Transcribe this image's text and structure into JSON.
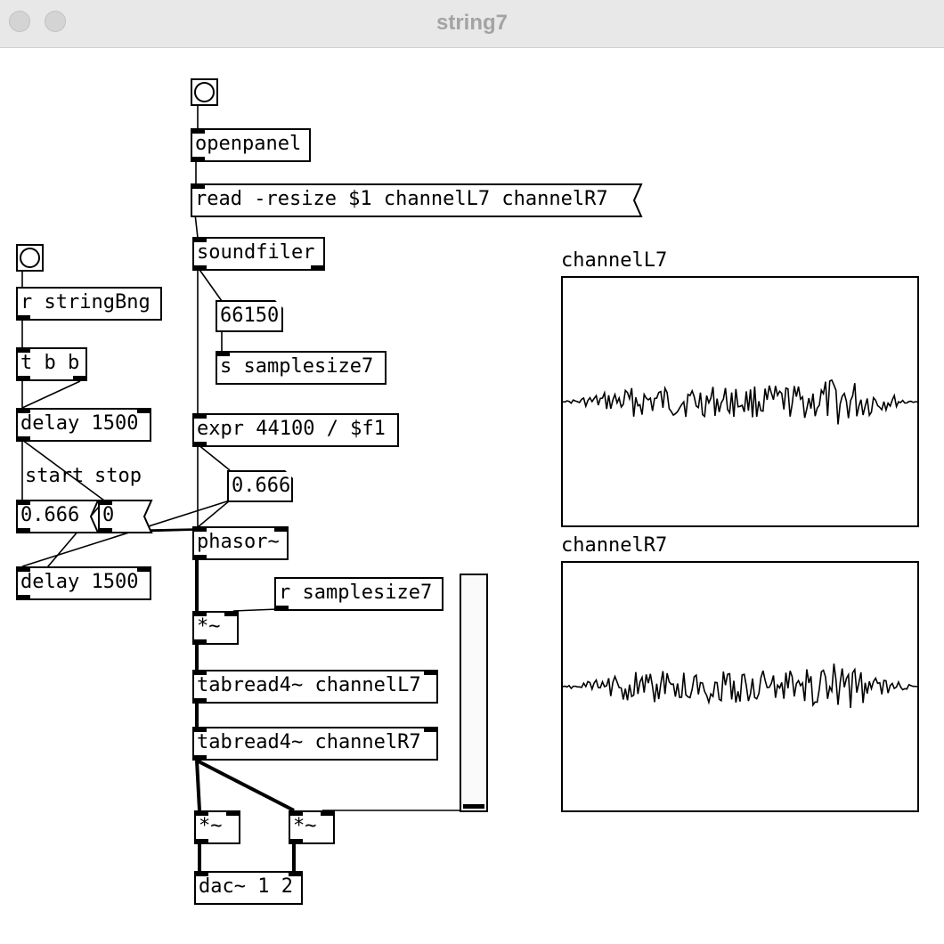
{
  "window": {
    "title": "string7"
  },
  "objects": {
    "openpanel": "openpanel",
    "read_msg": "read -resize $1 channelL7 channelR7",
    "soundfiler": "soundfiler",
    "samples_num": "66150",
    "s_samplesize": "s samplesize7",
    "expr": "expr 44100 / $f1",
    "freq_num": "0.666",
    "phasor": "phasor~",
    "r_samplesize": "r samplesize7",
    "mult1": "*~",
    "tabread_l": "tabread4~ channelL7",
    "tabread_r": "tabread4~ channelR7",
    "mult_l": "*~",
    "mult_r": "*~",
    "dac": "dac~ 1 2",
    "r_stringbng": "r stringBng",
    "trigger": "t b b",
    "delay1": "delay 1500",
    "delay2": "delay 1500",
    "start_msg": "0.666",
    "stop_msg": "0",
    "start_label": "start",
    "stop_label": "stop"
  },
  "arrays": {
    "left": {
      "name": "channelL7"
    },
    "right": {
      "name": "channelR7"
    }
  },
  "colors": {
    "ink": "#000000",
    "titlebar": "#e8e8e8",
    "title_text": "#a3a3a3"
  }
}
